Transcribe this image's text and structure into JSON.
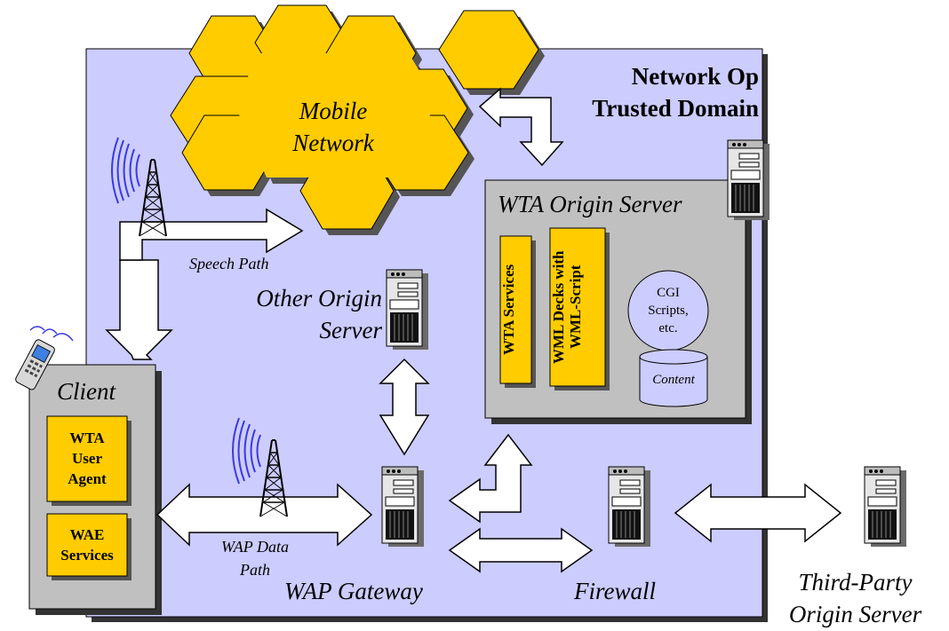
{
  "domain_label": "Network Op Trusted Domain",
  "mobile_network": "Mobile Network",
  "wta_origin_server": {
    "title": "WTA Origin Server",
    "services": "WTA Services",
    "wml_decks": "WML Decks with WML-Script",
    "cgi": "CGI Scripts, etc.",
    "content": "Content"
  },
  "client": {
    "title": "Client",
    "user_agent": "WTA User Agent",
    "wae_services": "WAE Services"
  },
  "nodes": {
    "other_origin_server": "Other Origin Server",
    "wap_gateway": "WAP Gateway",
    "firewall": "Firewall",
    "third_party": "Third-Party Origin Server"
  },
  "paths": {
    "speech": "Speech Path",
    "wap_data": "WAP Data Path"
  },
  "colors": {
    "domain_fill": "#ccccff",
    "hex_fill": "#ffcc00",
    "server_box": "#c0c0c0",
    "module_fill": "#ffcc00"
  }
}
